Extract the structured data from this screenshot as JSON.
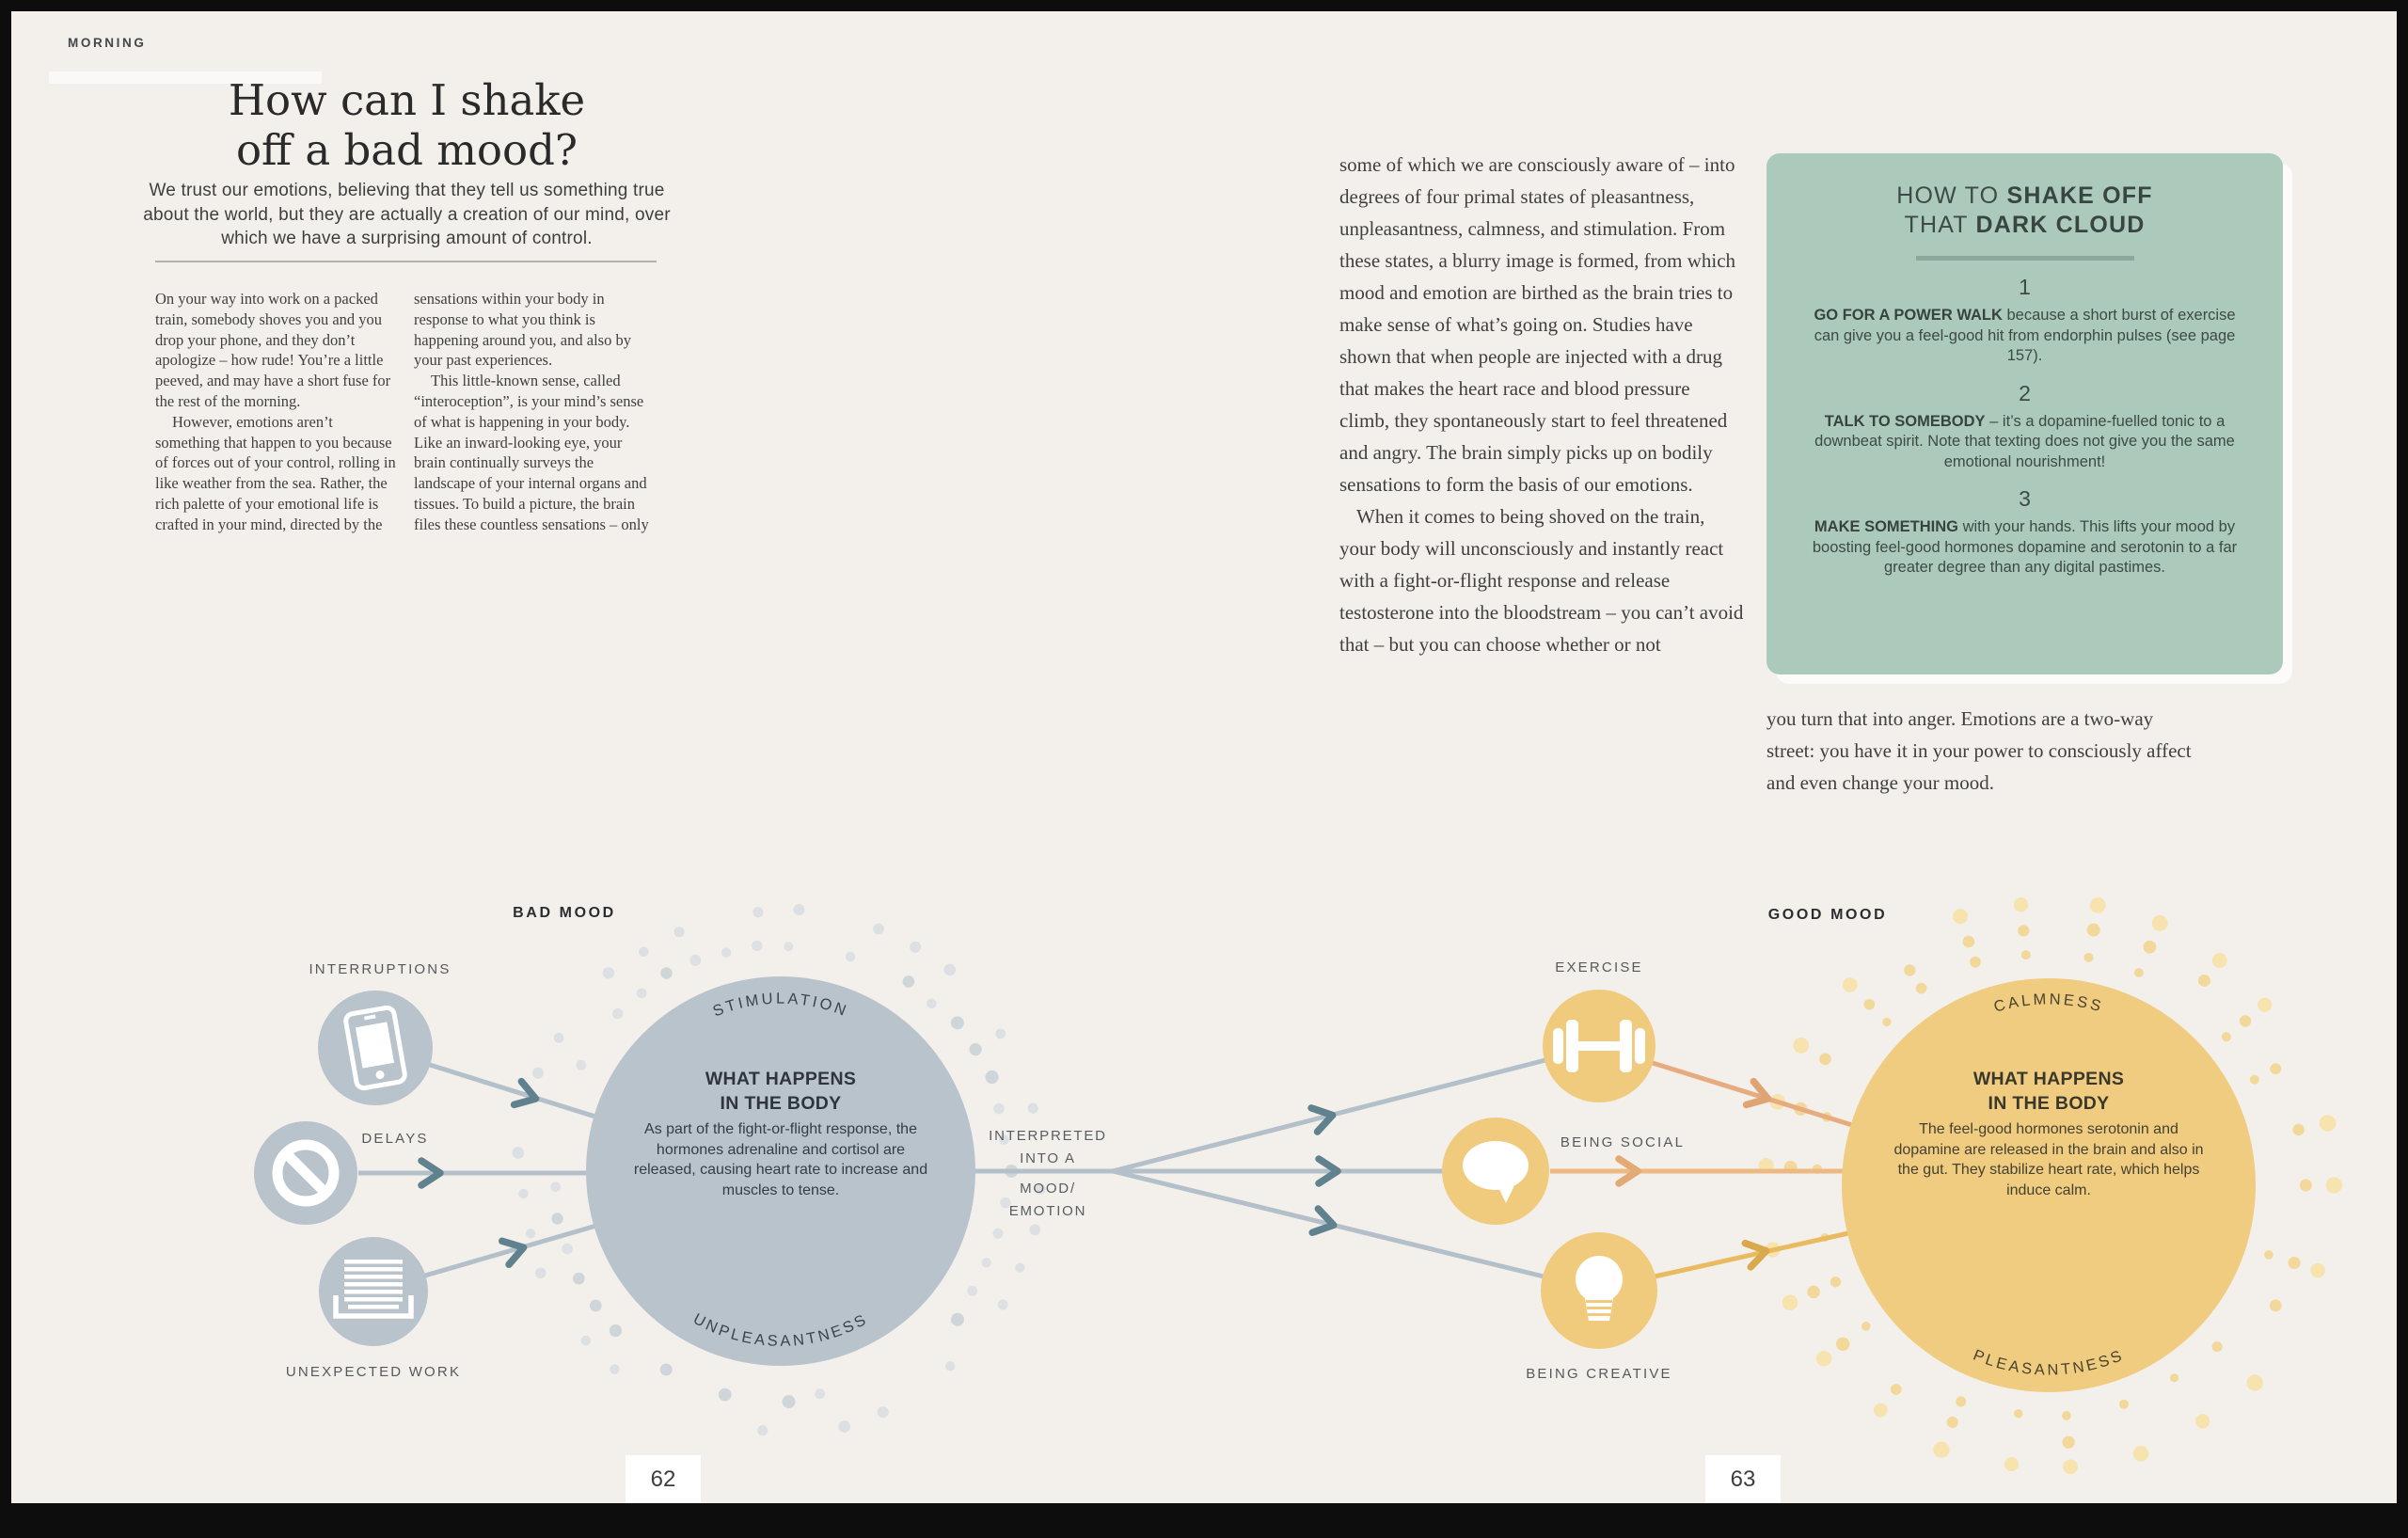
{
  "header": {
    "section": "MORNING"
  },
  "article": {
    "title": [
      "How can I shake",
      "off a bad mood?"
    ],
    "standfirst": "We trust our emotions, believing that they tell us something true about the world, but they are actually a creation of our mind, over which we have a surprising amount of control.",
    "columns": {
      "col1": [
        "On your way into work on a packed train, somebody shoves you and you drop your phone, and they don’t apologize – how rude! You’re a little peeved, and may have a short fuse for the rest of the morning.",
        "However, emotions aren’t something that happen to you because of forces out of your control, rolling in like weather from the sea. Rather, the rich palette of your emotional life is crafted in your mind, directed by the"
      ],
      "col2": [
        "sensations within your body in response to what you think is happening around you, and also by your past experiences.",
        "This little-known sense, called “interoception”, is your mind’s sense of what is happening in your body. Like an inward-looking eye, your brain continually surveys the landscape of your internal organs and tissues. To build a picture, the brain files these countless sensations – only"
      ],
      "col3": [
        "some of which we are consciously aware of – into degrees of four primal states of pleasantness, unpleasantness, calmness, and stimulation. From these states, a blurry image is formed, from which mood and emotion are birthed as the brain tries to make sense of what’s going on. Studies have shown that when people are injected with a drug that makes the heart race and blood pressure climb, they spontaneously start to feel threatened and angry. The brain simply picks up on bodily sensations to form the basis of our emotions.",
        "When it comes to being shoved on the train, your body will unconsciously and instantly react with a fight-or-flight response and release testosterone into the bloodstream – you can’t avoid that – but you can choose whether or not"
      ],
      "col4": [
        "you turn that into anger. Emotions are a two-way street: you have it in your power to consciously affect and even change your mood."
      ]
    }
  },
  "howto": {
    "title": {
      "r1": "HOW TO",
      "b1": "SHAKE OFF",
      "r2": "THAT",
      "b2": "DARK CLOUD"
    },
    "steps": [
      {
        "num": "1",
        "lead": "GO FOR A POWER WALK",
        "rest": "because a short burst of exercise can give you a feel-good hit from endorphin pulses (see page 157)."
      },
      {
        "num": "2",
        "lead": "TALK TO SOMEBODY",
        "rest": "– it’s a dopamine-fuelled tonic to a downbeat spirit. Note that texting does not give you the same emotional nourishment!"
      },
      {
        "num": "3",
        "lead": "MAKE SOMETHING",
        "rest": "with your hands. This lifts your mood by boosting feel-good hormones dopamine and serotonin to a far greater degree than any digital pastimes."
      }
    ]
  },
  "diagram": {
    "bad": {
      "title": "BAD MOOD",
      "inputs": [
        {
          "label": "INTERRUPTIONS",
          "icon": "smartphone-icon"
        },
        {
          "label": "DELAYS",
          "icon": "no-entry-icon"
        },
        {
          "label": "UNEXPECTED WORK",
          "icon": "paperwork-icon"
        }
      ],
      "circle": {
        "arc_top": "STIMULATION",
        "heading1": "WHAT HAPPENS",
        "heading2": "IN THE BODY",
        "body": "As part of the fight-or-flight response, the hormones adrenaline and cortisol are released, causing heart rate to increase and muscles to tense.",
        "arc_bottom": "UNPLEASANTNESS"
      }
    },
    "center": {
      "line1": "INTERPRETED",
      "line2": "INTO A",
      "line3": "MOOD/",
      "line4": "EMOTION"
    },
    "good": {
      "title": "GOOD MOOD",
      "inputs": [
        {
          "label": "EXERCISE",
          "icon": "dumbbell-icon"
        },
        {
          "label": "BEING SOCIAL",
          "icon": "speech-bubble-icon"
        },
        {
          "label": "BEING CREATIVE",
          "icon": "lightbulb-icon"
        }
      ],
      "circle": {
        "arc_top": "CALMNESS",
        "heading1": "WHAT HAPPENS",
        "heading2": "IN THE BODY",
        "body": "The feel-good hormones serotonin and dopamine are released in the brain and also in the gut. They stabilize heart rate, which helps induce calm.",
        "arc_bottom": "PLEASANTNESS"
      }
    }
  },
  "footer": {
    "left_page": "62",
    "right_page": "63"
  },
  "colors": {
    "page_bg": "#f3f0ec",
    "bad_accent": "#b9c3cc",
    "good_accent": "#f0cb7e",
    "howto_bg": "#abcabb",
    "frame": "#0d0d0d"
  }
}
